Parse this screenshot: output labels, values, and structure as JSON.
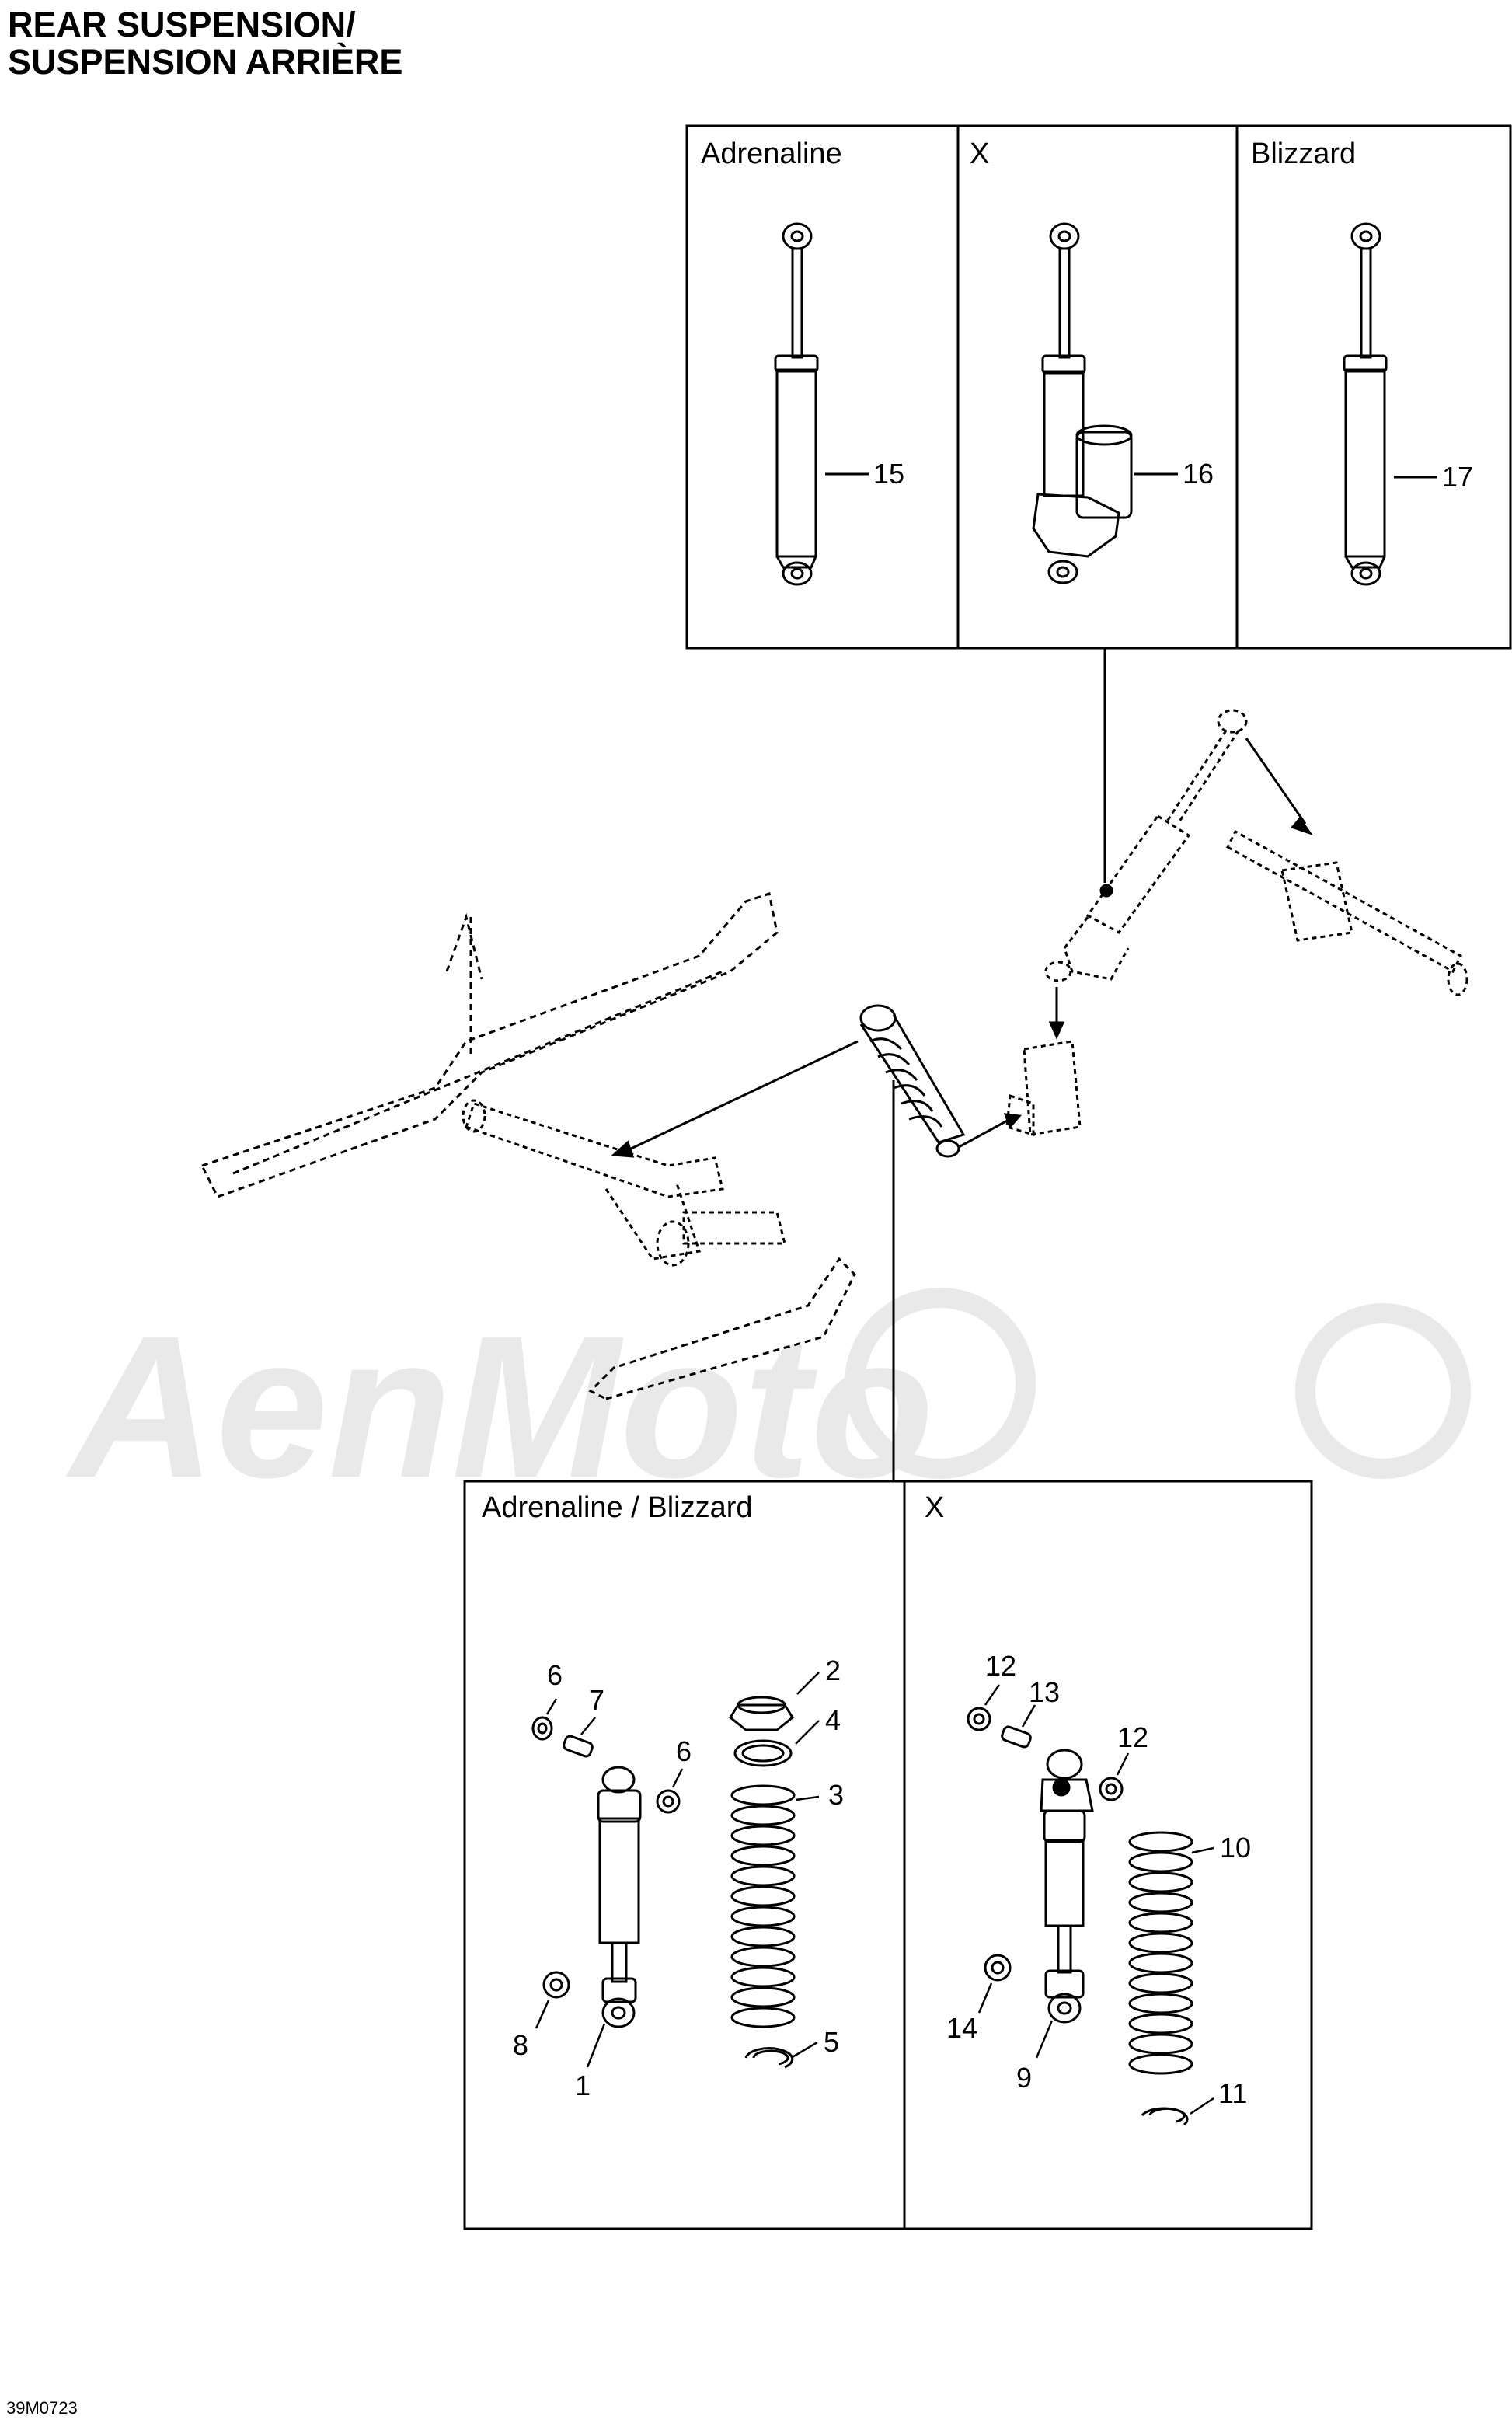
{
  "title": {
    "line1": "REAR SUSPENSION/",
    "line2": "SUSPENSION ARRIÈRE"
  },
  "top_panels": [
    {
      "label": "Adrenaline",
      "callout": "15"
    },
    {
      "label": "X",
      "callout": "16"
    },
    {
      "label": "Blizzard",
      "callout": "17"
    }
  ],
  "bottom_panels": [
    {
      "label": "Adrenaline / Blizzard"
    },
    {
      "label": "X"
    }
  ],
  "callouts_left": [
    "6",
    "7",
    "6",
    "2",
    "4",
    "3",
    "8",
    "1",
    "5"
  ],
  "callouts_right": [
    "12",
    "13",
    "12",
    "10",
    "14",
    "9",
    "11"
  ],
  "watermark_text": "AenMoto",
  "footer_code": "39M0723"
}
